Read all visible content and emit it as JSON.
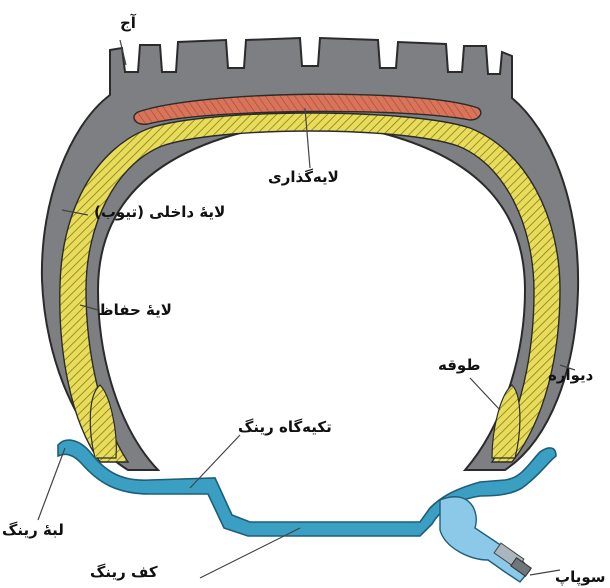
{
  "labels": {
    "tread": "آج",
    "belt_layer": "لایه‌گذاری",
    "inner_liner": "لایهٔ داخلی (تیوب)",
    "protective_layer": "لایهٔ حفاظ",
    "sidewall": "دیواره",
    "bead": "طوقه",
    "rim_seat": "تکیه‌گاه رینگ",
    "rim_flange": "لبهٔ رینگ",
    "rim_base": "کف رینگ",
    "valve": "سوپاپ"
  },
  "colors": {
    "tire_rubber": "#7d7f83",
    "tire_outline": "#2b2b2b",
    "inner_ply": "#e8dd5a",
    "inner_ply_hatch": "#8a7a1e",
    "belt": "#d9735a",
    "rim": "#3b9fc4",
    "rim_outline": "#1d5e78",
    "valve": "#8cc8e8",
    "leader_line": "#444444"
  }
}
